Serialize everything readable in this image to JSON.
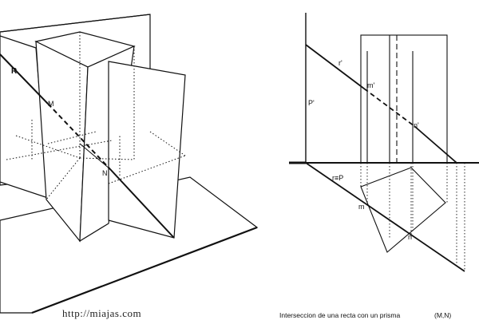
{
  "perspective": {
    "labels": {
      "line": "R",
      "point_m": "M",
      "point_n": "N"
    }
  },
  "orthographic": {
    "labels": {
      "r_prime": "r'",
      "p_prime": "P'",
      "m_prime": "m'",
      "n_prime": "n'",
      "r_equals_p": "r≡P",
      "m": "m",
      "n": "n"
    }
  },
  "watermark": "http://miajas.com",
  "caption": {
    "text": "Interseccion de una recta con un prisma",
    "points": "(M,N)"
  }
}
